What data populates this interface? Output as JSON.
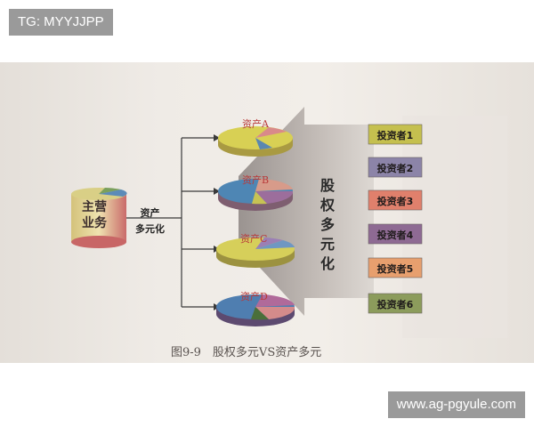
{
  "watermarks": {
    "top_left": "TG: MYYJJPP",
    "bottom_right": "www.ag-pgyule.com"
  },
  "diagram": {
    "caption": "图9-9　股权多元VS资产多元",
    "core": {
      "line1": "主营",
      "line2": "业务"
    },
    "branch_label": {
      "line1": "资产",
      "line2": "多元化"
    },
    "assets": [
      "资产A",
      "资产B",
      "资产C",
      "资产D"
    ],
    "equity_arrow": [
      "股",
      "权",
      "多",
      "元",
      "化"
    ],
    "investors": [
      {
        "label": "投资者1",
        "color": "#c5c04f"
      },
      {
        "label": "投资者2",
        "color": "#8c84a8"
      },
      {
        "label": "投资者3",
        "color": "#e0806c"
      },
      {
        "label": "投资者4",
        "color": "#8e6a93"
      },
      {
        "label": "投资者5",
        "color": "#e79f6e"
      },
      {
        "label": "投资者6",
        "color": "#8c9c5c"
      }
    ]
  }
}
